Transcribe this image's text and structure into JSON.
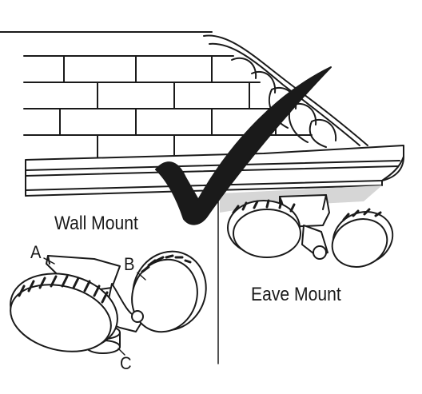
{
  "labels": {
    "wall_mount": "Wall Mount",
    "eave_mount": "Eave Mount",
    "callout_a": "A",
    "callout_b": "B",
    "callout_c": "C"
  },
  "colors": {
    "line": "#1a1a1a",
    "shade": "#d6d6d6",
    "fill": "#ffffff"
  },
  "icons": {
    "approval": "checkmark-icon"
  }
}
